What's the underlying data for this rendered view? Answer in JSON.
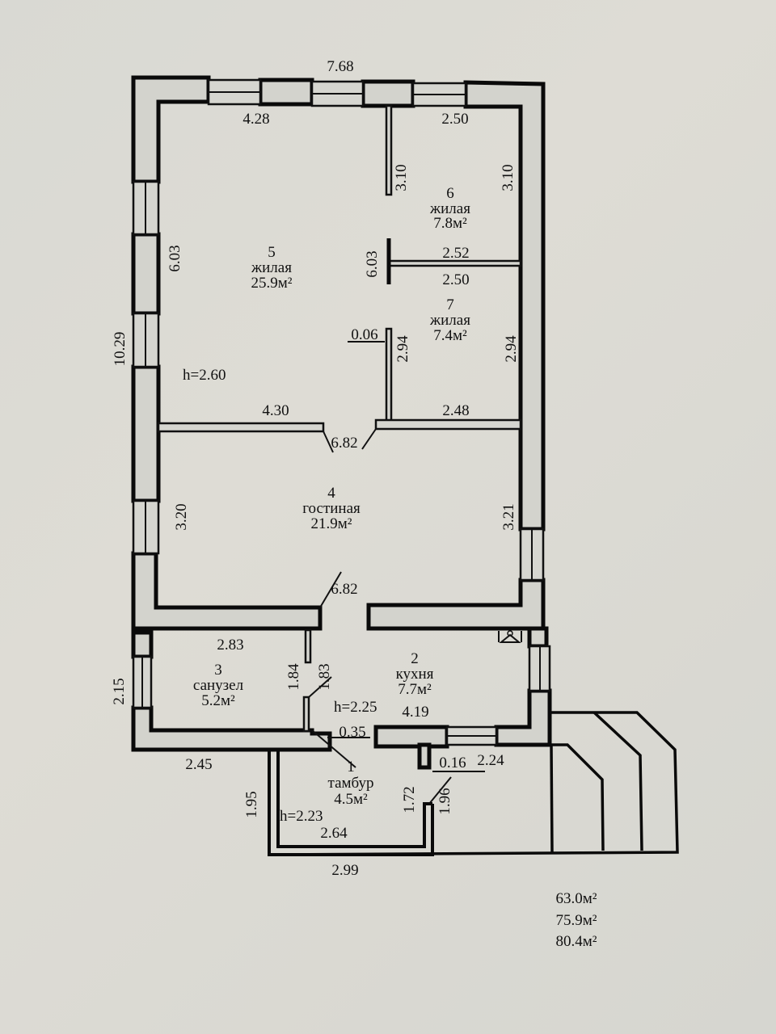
{
  "colors": {
    "paper": "#d9d9d3",
    "ink": "#0a0a0a"
  },
  "rooms": [
    {
      "number": "1",
      "name": "тамбур",
      "area": "4.5м²"
    },
    {
      "number": "2",
      "name": "кухня",
      "area": "7.7м²"
    },
    {
      "number": "3",
      "name": "санузел",
      "area": "5.2м²"
    },
    {
      "number": "4",
      "name": "гостиная",
      "area": "21.9м²"
    },
    {
      "number": "5",
      "name": "жилая",
      "area": "25.9м²"
    },
    {
      "number": "6",
      "name": "жилая",
      "area": "7.8м²"
    },
    {
      "number": "7",
      "name": "жилая",
      "area": "7.4м²"
    }
  ],
  "heights": {
    "main": "h=2.60",
    "kitchen": "h=2.25",
    "vestibule": "h=2.23"
  },
  "dimensions": {
    "top_overall": "7.68",
    "room5_top": "4.28",
    "room6_top": "2.50",
    "room6_left": "3.10",
    "room6_right": "3.10",
    "room5_left": "6.03",
    "room5_right": "6.03",
    "room6_bottom": "2.52",
    "room7_top": "2.50",
    "partition_offset": "0.06",
    "room7_left": "2.94",
    "room7_right": "2.94",
    "left_overall": "10.29",
    "room5_bottom": "4.30",
    "room7_bottom": "2.48",
    "room4_top": "6.82",
    "room4_left": "3.20",
    "room4_right": "3.21",
    "room4_bottom": "6.82",
    "room3_top": "2.83",
    "room3_right_a": "1.84",
    "room3_right_b": "1.83",
    "room3_left": "2.15",
    "room2_bottom": "4.19",
    "door_offset": "0.35",
    "room3_bottom": "2.45",
    "step_offset": "0.16",
    "kitchen_window": "2.24",
    "room1_left": "1.95",
    "room1_right_a": "1.72",
    "room1_right_b": "1.96",
    "room1_bottom": "2.64",
    "room1_outer": "2.99"
  },
  "totals": [
    "63.0м²",
    "75.9м²",
    "80.4м²"
  ]
}
